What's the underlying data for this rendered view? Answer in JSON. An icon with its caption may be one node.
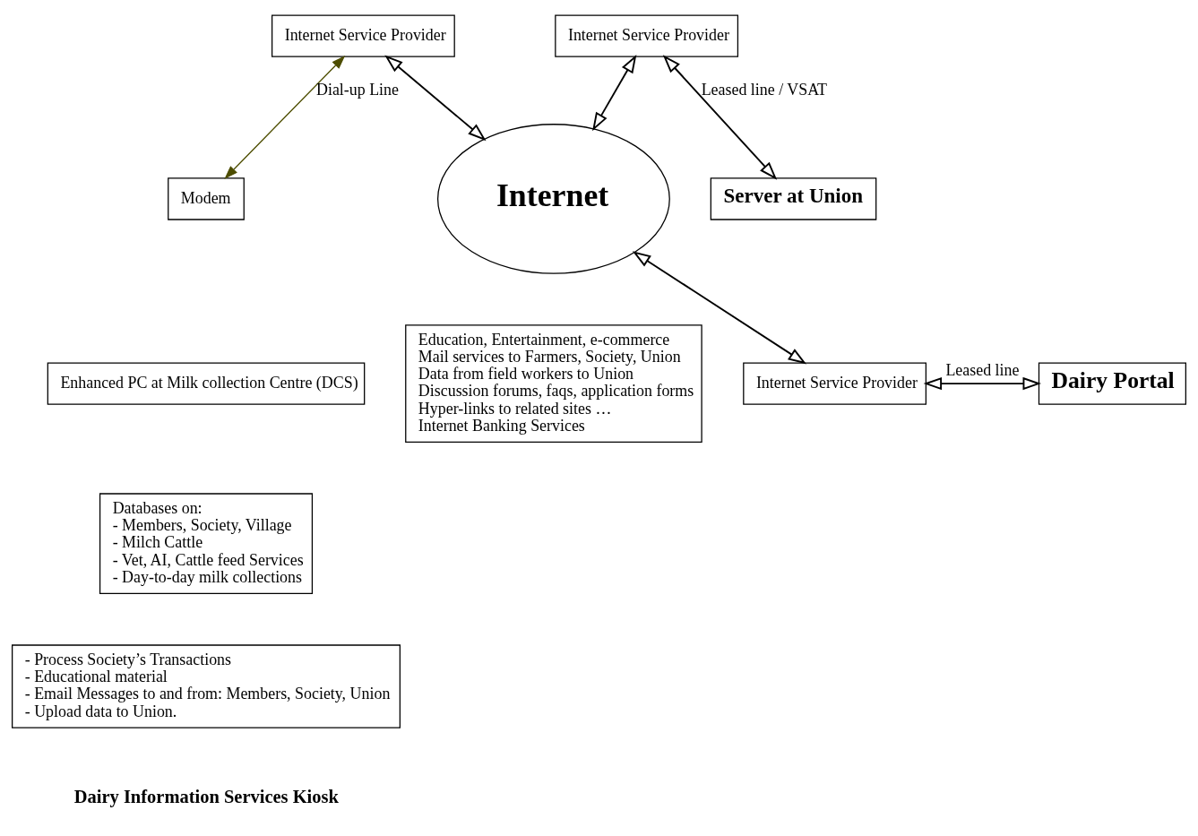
{
  "diagram": {
    "nodes": [
      {
        "text": [
          "Internet Service Provider"
        ]
      },
      {
        "text": [
          "Modem"
        ]
      },
      {
        "text": [
          "Enhanced PC at Milk collection Centre (DCS)"
        ]
      },
      {
        "text": [
          "Internet Service Provider"
        ]
      },
      {
        "text": [
          "Databases on:",
          "- Members, Society, Village",
          "- Milch Cattle",
          "- Vet, AI, Cattle feed Services",
          "- Day-to-day milk collections"
        ]
      },
      {
        "text": [
          "- Process Society’s Transactions",
          "- Educational material",
          "- Email Messages to and from: Members, Society, Union",
          "- Upload data to Union."
        ]
      },
      {
        "text": [
          "Internet"
        ]
      },
      {
        "text": [
          "Server at Union"
        ]
      },
      {
        "text": [
          "Education, Entertainment, e-commerce",
          "Mail services to Farmers, Society, Union",
          "Data from field workers to Union",
          "Discussion forums, faqs, application forms",
          "Hyper-links to related sites …",
          "Internet Banking Services"
        ]
      },
      {
        "text": [
          "Internet Service Provider"
        ]
      },
      {
        "text": [
          "Dairy Portal"
        ]
      }
    ],
    "edges": [
      {
        "from": 0,
        "to": 1,
        "arrow": "both",
        "label": "Dial-up Line",
        "color": "#4d4d00"
      },
      {
        "from": 0,
        "to": 6,
        "arrow": "both"
      },
      {
        "from": 3,
        "to": 6,
        "arrow": "both"
      },
      {
        "from": 3,
        "to": 7,
        "arrow": "both",
        "label": "Leased line / VSAT"
      },
      {
        "from": 6,
        "to": 9,
        "arrow": "both"
      },
      {
        "from": 9,
        "to": 10,
        "arrow": "both",
        "label": "Leased line"
      }
    ],
    "labels": [
      "Dairy Information Services Kiosk"
    ]
  }
}
